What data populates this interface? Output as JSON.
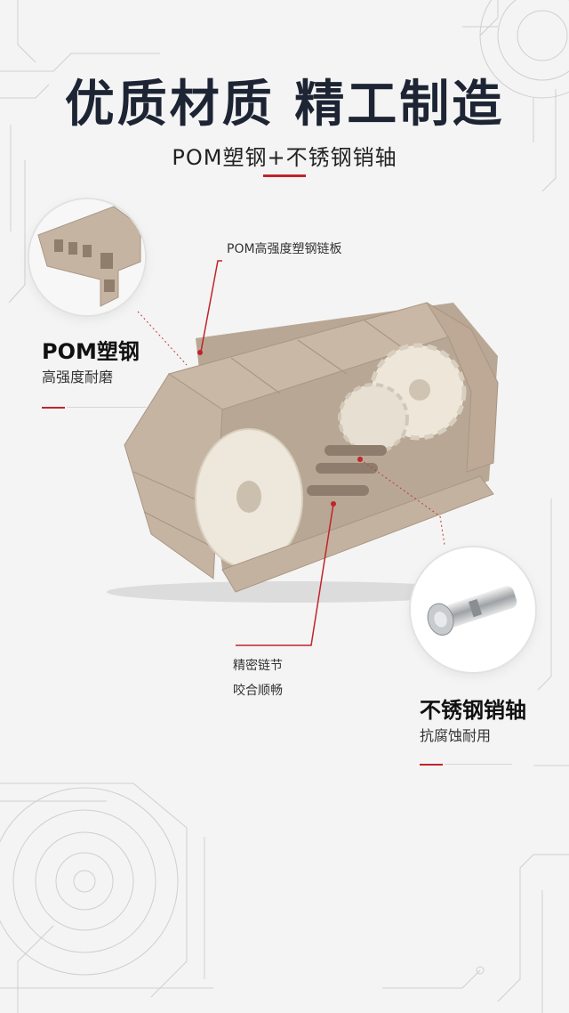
{
  "headline": "优质材质 精工制造",
  "subhead": "POM塑钢+不锈钢销轴",
  "callout_top": "POM高强度塑钢链板",
  "feature_left": {
    "title": "POM塑钢",
    "subtitle": "高强度耐磨"
  },
  "callout_bottom": {
    "line1": "精密链节",
    "line2": "咬合顺畅"
  },
  "feature_right": {
    "title": "不锈钢销轴",
    "subtitle": "抗腐蚀耐用"
  },
  "colors": {
    "accent": "#c0242a",
    "chain": "#c6b4a2",
    "sprocket": "#ece5d8",
    "title": "#1d2433"
  }
}
